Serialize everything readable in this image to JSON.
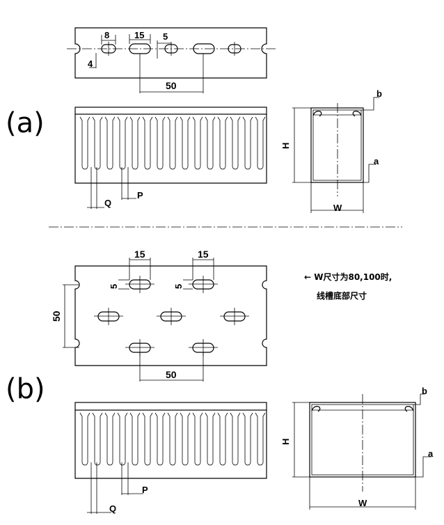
{
  "labels": {
    "section_a": "(a)",
    "section_b": "(b)",
    "dim_8": "8",
    "dim_15": "15",
    "dim_5": "5",
    "dim_4": "4",
    "dim_50": "50",
    "dim_q": "Q",
    "dim_p": "P",
    "dim_h": "H",
    "dim_w": "W",
    "dim_a": "a",
    "dim_b": "b",
    "b_dim_15_left": "15",
    "b_dim_15_right": "15",
    "b_dim_5_left": "5",
    "b_dim_5_right": "5",
    "b_dim_50_vertical": "50",
    "b_dim_50_horizontal": "50",
    "b_dim_q": "Q",
    "b_dim_p": "P",
    "b_dim_h": "H",
    "b_dim_w": "W",
    "b_dim_a": "a",
    "b_dim_b": "b",
    "note_line1": "← W尺寸为80,100时,",
    "note_line2": "线槽底部尺寸"
  }
}
